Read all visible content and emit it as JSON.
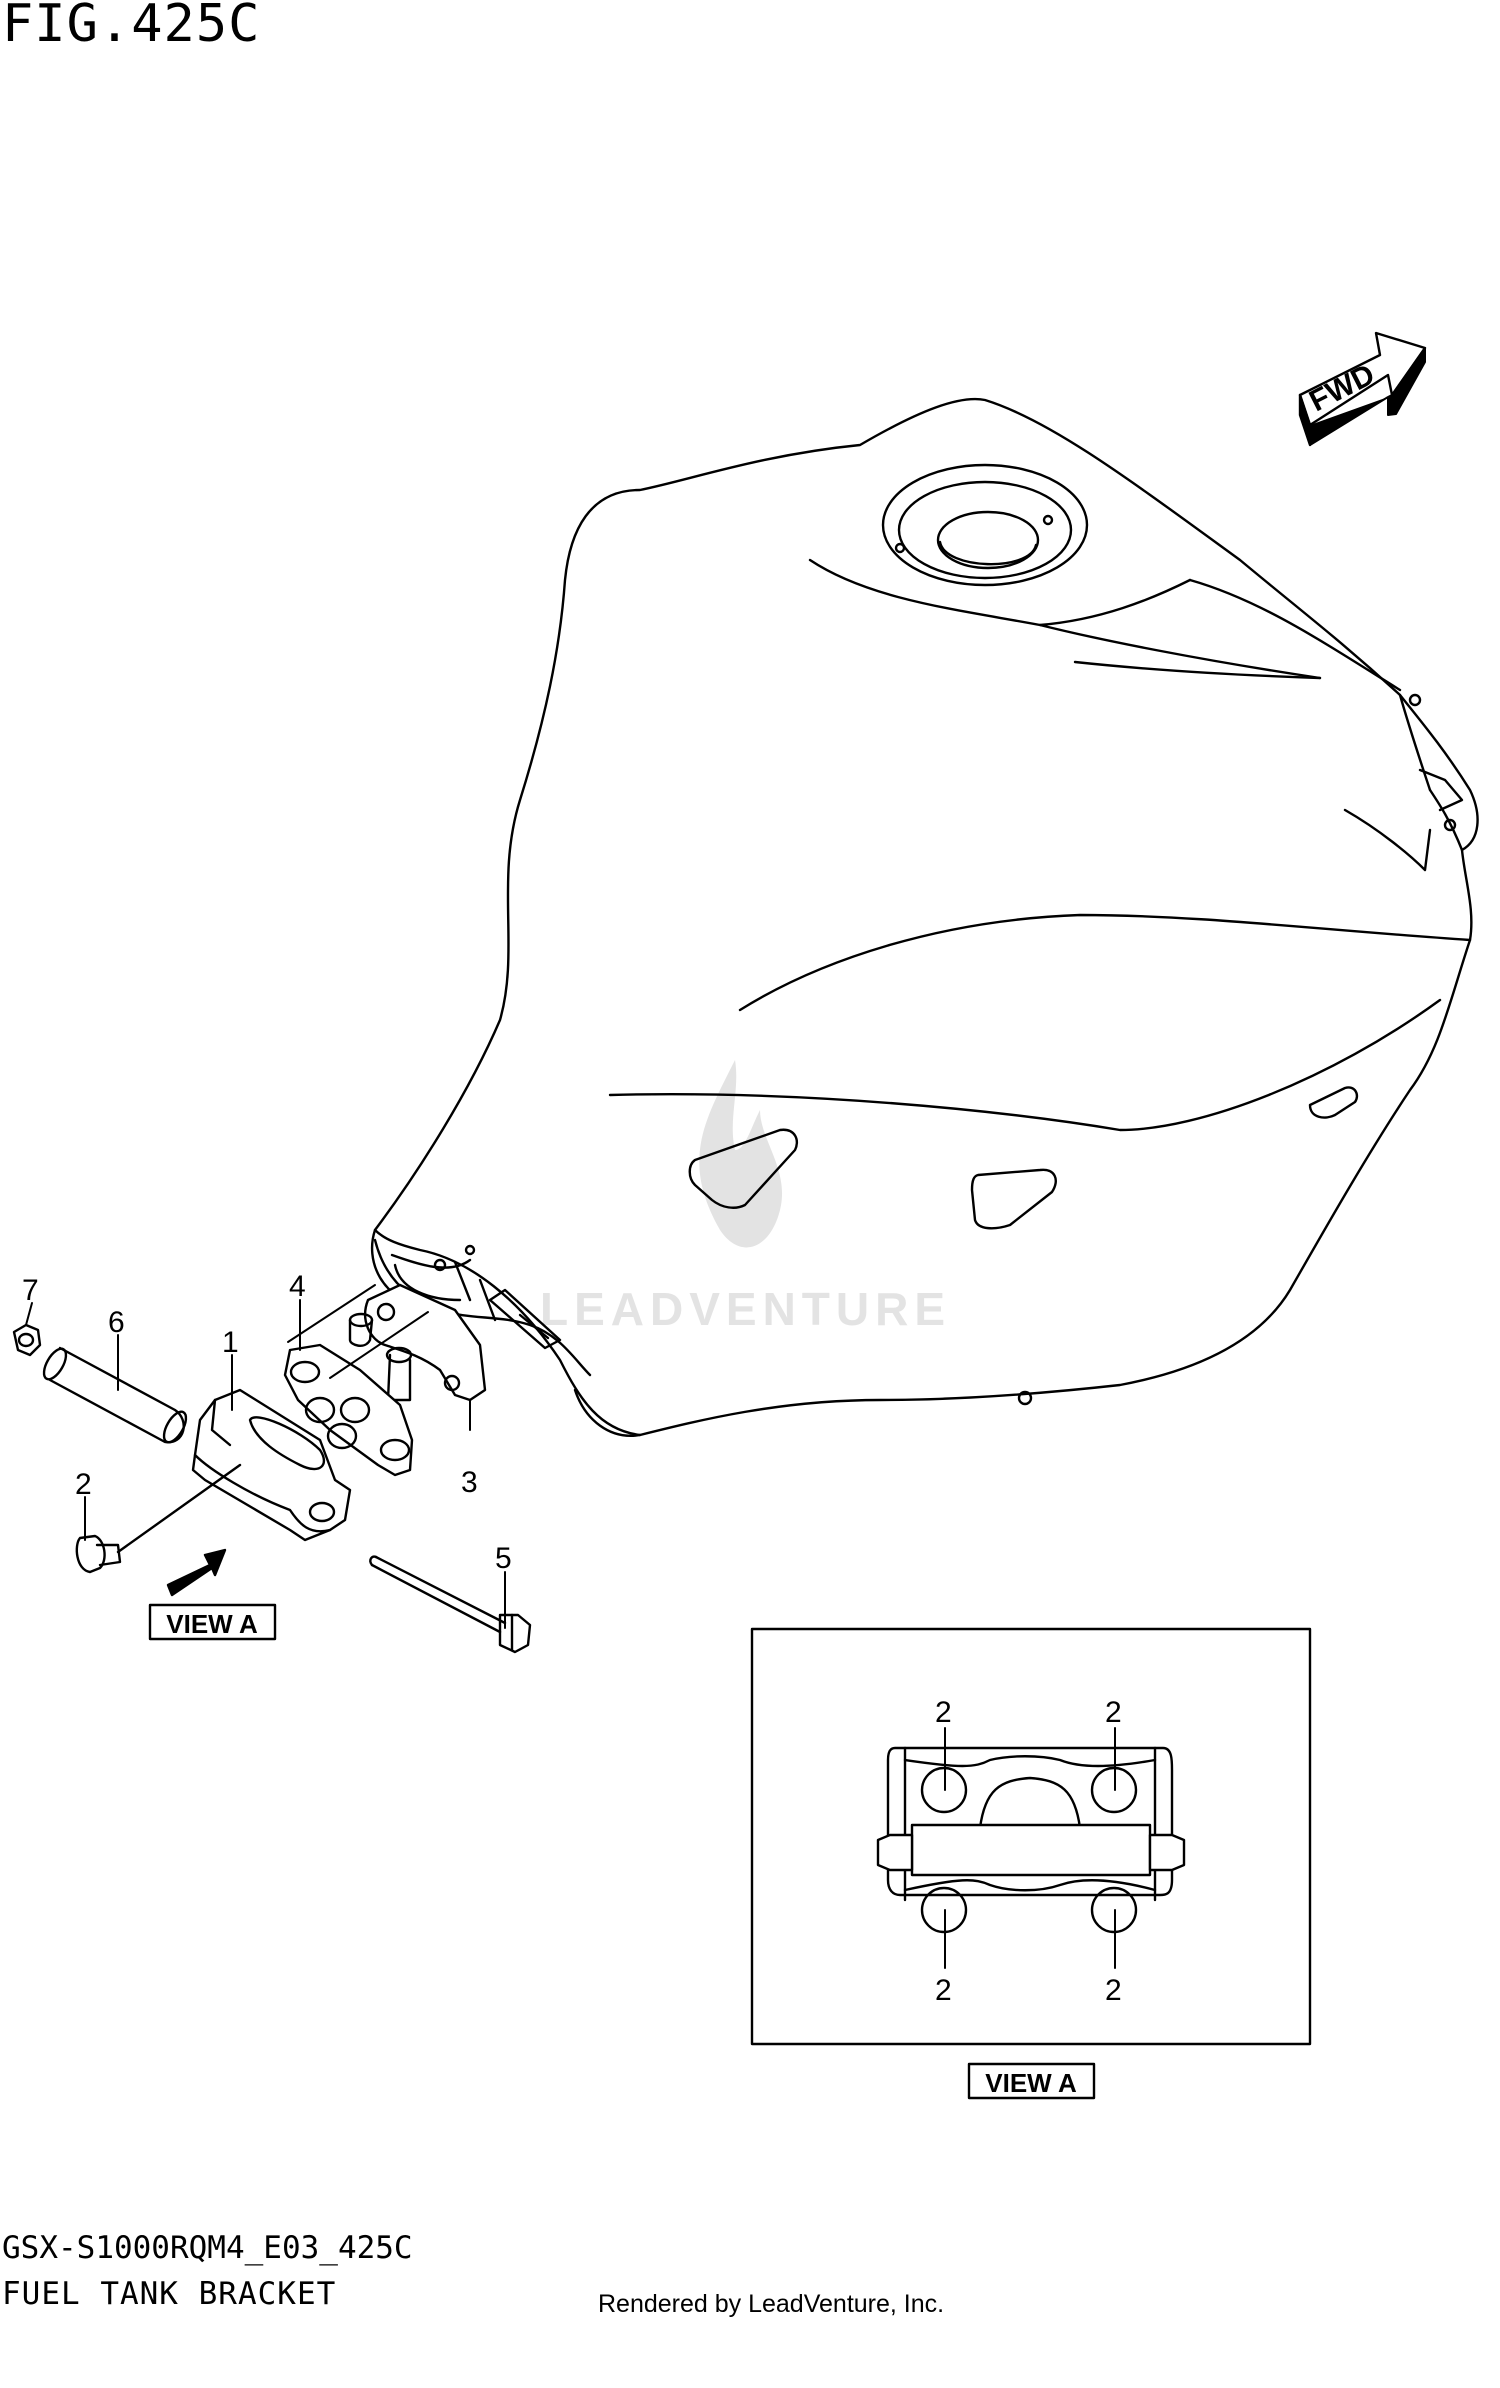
{
  "header": {
    "figure_number": "FIG.425C"
  },
  "footer": {
    "model_code": "GSX-S1000RQM4_E03_425C",
    "diagram_title": "FUEL TANK BRACKET",
    "credit": "Rendered by LeadVenture, Inc."
  },
  "watermark": {
    "text": "LEADVENTURE"
  },
  "fwd_arrow": {
    "label": "FWD"
  },
  "callouts": {
    "part_1": "1",
    "part_2": "2",
    "part_3": "3",
    "part_4": "4",
    "part_5": "5",
    "part_6": "6",
    "part_7": "7"
  },
  "view_a": {
    "arrow_label": "VIEW A",
    "inset_label": "VIEW A",
    "bolt_callouts": [
      "2",
      "2",
      "2",
      "2"
    ]
  }
}
